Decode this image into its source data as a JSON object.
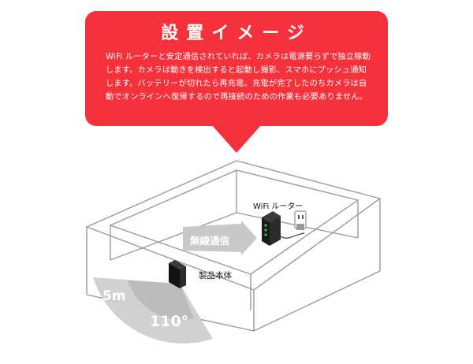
{
  "banner": {
    "title": "設置イメージ",
    "body": "WiFi ルーターと安定通信されていれば、カメラは電源要らずで独立稼動します。カメラは動きを検出すると起動し撮影、スマホにプッシュ通知します。バッテリーが切れたら再充電。充電が完了したのちカメラは自動でオンラインへ復帰するので再接続のための作業も必要ありません。",
    "color": "#f5313c"
  },
  "diagram": {
    "router_label": "WiFi ルーター",
    "wireless_label": "無線通信",
    "camera_label": "製品本体",
    "range_distance": "5m",
    "range_angle": "110°",
    "icons": [
      "wifi-router-icon",
      "power-outlet-icon",
      "camera-icon",
      "wireless-signal-icon"
    ]
  }
}
